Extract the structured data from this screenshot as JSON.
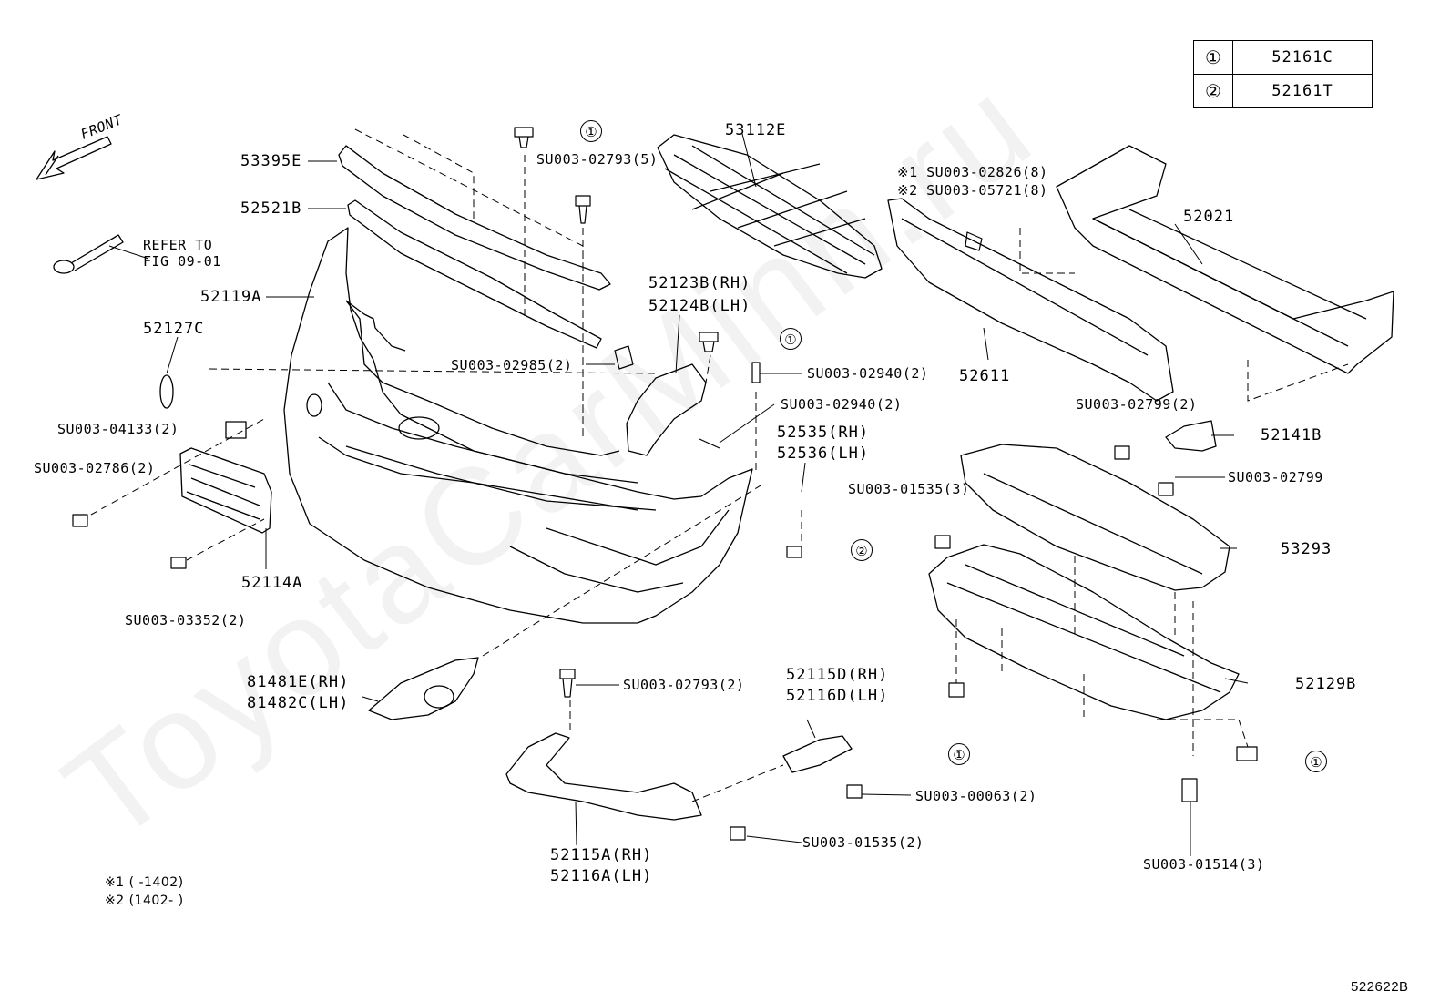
{
  "legend": [
    {
      "key": "①",
      "value": "52161C"
    },
    {
      "key": "②",
      "value": "52161T"
    }
  ],
  "front_label": "FRONT",
  "refer": {
    "line1": "REFER TO",
    "line2": "FIG 09-01"
  },
  "parts": {
    "p53395E": "53395E",
    "p52521B": "52521B",
    "p52119A": "52119A",
    "p52127C": "52127C",
    "p52114A": "52114A",
    "p53112E": "53112E",
    "p52123B": "52123B(RH)",
    "p52124B": "52124B(LH)",
    "p52535": "52535(RH)",
    "p52536": "52536(LH)",
    "p52021": "52021",
    "p52611": "52611",
    "p52141B": "52141B",
    "p53293": "53293",
    "p52129B": "52129B",
    "p81481E": "81481E(RH)",
    "p81482C": "81482C(LH)",
    "p52115D": "52115D(RH)",
    "p52116D": "52116D(LH)",
    "p52115A": "52115A(RH)",
    "p52116A": "52116A(LH)"
  },
  "fasteners": {
    "f02793_5": "SU003-02793(5)",
    "f02985": "SU003-02985(2)",
    "f02940_a": "SU003-02940(2)",
    "f02940_b": "SU003-02940(2)",
    "f04133": "SU003-04133(2)",
    "f02786": "SU003-02786(2)",
    "f03352": "SU003-03352(2)",
    "f02826": "※1 SU003-02826(8)",
    "f05721": "※2 SU003-05721(8)",
    "f02799_2": "SU003-02799(2)",
    "f02799": "SU003-02799",
    "f01535_3": "SU003-01535(3)",
    "f02793_2": "SU003-02793(2)",
    "f00063": "SU003-00063(2)",
    "f01535_2": "SU003-01535(2)",
    "f01514": "SU003-01514(3)"
  },
  "callouts": {
    "c1": "①",
    "c2": "①",
    "c3": "②",
    "c4": "①",
    "c5": "①"
  },
  "notes": {
    "n1": "※1 (        -1402)",
    "n2": "※2 (1402-        )"
  },
  "diagram_code": "522622B",
  "watermark": "ToyotaCarMinn.ru"
}
